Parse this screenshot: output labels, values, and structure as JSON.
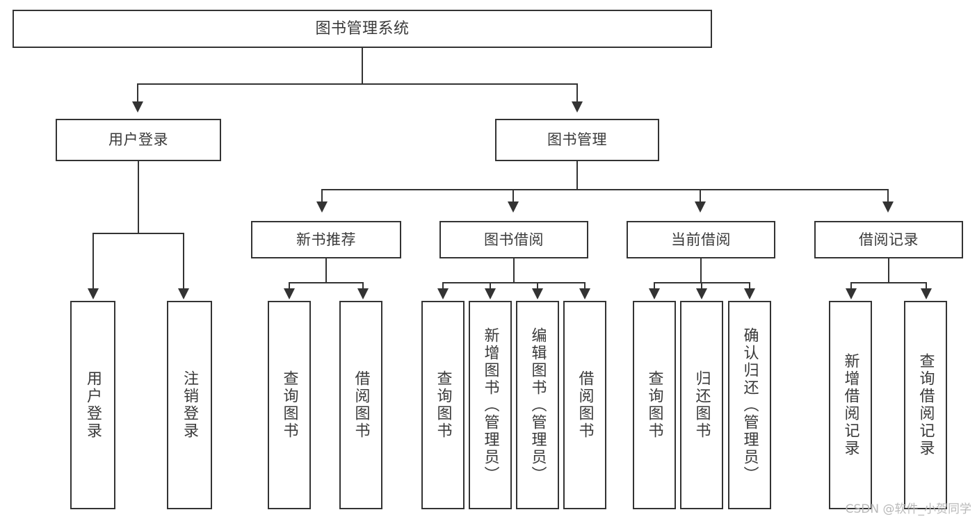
{
  "diagram": {
    "type": "tree-hierarchy",
    "title": "图书管理系统",
    "root": {
      "label": "图书管理系统"
    },
    "level2": [
      {
        "id": "user-login",
        "label": "用户登录"
      },
      {
        "id": "book-manage",
        "label": "图书管理"
      }
    ],
    "level3": [
      {
        "id": "new-book-recommend",
        "label": "新书推荐",
        "parent": "book-manage"
      },
      {
        "id": "book-borrow",
        "label": "图书借阅",
        "parent": "book-manage"
      },
      {
        "id": "current-borrow",
        "label": "当前借阅",
        "parent": "book-manage"
      },
      {
        "id": "borrow-record",
        "label": "借阅记录",
        "parent": "book-manage"
      }
    ],
    "leaves": [
      {
        "id": "leaf-user-login",
        "label": "用户登录",
        "parent": "user-login"
      },
      {
        "id": "leaf-logout-login",
        "label": "注销登录",
        "parent": "user-login"
      },
      {
        "id": "leaf-query-book-1",
        "label": "查询图书",
        "parent": "new-book-recommend"
      },
      {
        "id": "leaf-borrow-book-1",
        "label": "借阅图书",
        "parent": "new-book-recommend"
      },
      {
        "id": "leaf-query-book-2",
        "label": "查询图书",
        "parent": "book-borrow"
      },
      {
        "id": "leaf-add-book",
        "label": "新增图书（管理员）",
        "parent": "book-borrow"
      },
      {
        "id": "leaf-edit-book",
        "label": "编辑图书（管理员）",
        "parent": "book-borrow"
      },
      {
        "id": "leaf-borrow-book-2",
        "label": "借阅图书",
        "parent": "book-borrow"
      },
      {
        "id": "leaf-query-book-3",
        "label": "查询图书",
        "parent": "current-borrow"
      },
      {
        "id": "leaf-return-book",
        "label": "归还图书",
        "parent": "current-borrow"
      },
      {
        "id": "leaf-confirm-return",
        "label": "确认归还（管理员）",
        "parent": "current-borrow"
      },
      {
        "id": "leaf-add-record",
        "label": "新增借阅记录",
        "parent": "borrow-record"
      },
      {
        "id": "leaf-query-record",
        "label": "查询借阅记录",
        "parent": "borrow-record"
      }
    ],
    "watermark": "CSDN @软件_小贺同学",
    "colors": {
      "stroke": "#333333",
      "text": "#3a3a3a",
      "background": "#ffffff",
      "watermark": "#b9b9b9"
    }
  }
}
